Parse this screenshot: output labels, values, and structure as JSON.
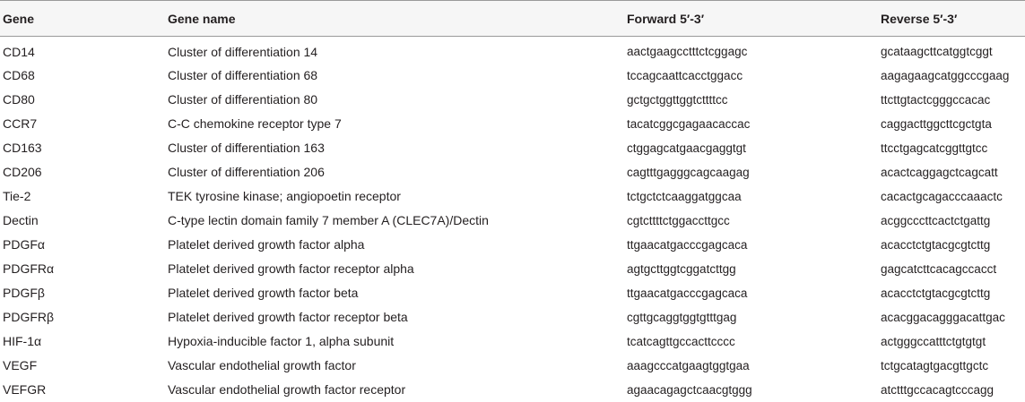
{
  "table": {
    "headers": [
      "Gene",
      "Gene name",
      "Forward 5′-3′",
      "Reverse 5′-3′"
    ],
    "rows": [
      [
        "CD14",
        "Cluster of differentiation 14",
        "aactgaagcctttctcggagc",
        "gcataagcttcatggtcggt"
      ],
      [
        "CD68",
        "Cluster of differentiation 68",
        "tccagcaattcacctggacc",
        "aagagaagcatggcccgaag"
      ],
      [
        "CD80",
        "Cluster of differentiation 80",
        "gctgctggttggtcttttcc",
        "ttcttgtactcgggccacac"
      ],
      [
        "CCR7",
        "C-C chemokine receptor type 7",
        "tacatcggcgagaacaccac",
        "caggacttggcttcgctgta"
      ],
      [
        "CD163",
        "Cluster of differentiation 163",
        "ctggagcatgaacgaggtgt",
        "ttcctgagcatcggttgtcc"
      ],
      [
        "CD206",
        "Cluster of differentiation 206",
        "cagtttgagggcagcaagag",
        "acactcaggagctcagcatt"
      ],
      [
        "Tie-2",
        "TEK tyrosine kinase; angiopoetin receptor",
        "tctgctctcaaggatggcaa",
        "cacactgcagacccaaactc"
      ],
      [
        "Dectin",
        "C-type lectin domain family 7 member A (CLEC7A)/Dectin",
        "cgtcttttctggaccttgcc",
        "acggcccttcactctgattg"
      ],
      [
        "PDGFα",
        "Platelet derived growth factor alpha",
        "ttgaacatgacccgagcaca",
        "acacctctgtacgcgtcttg"
      ],
      [
        "PDGFRα",
        "Platelet derived growth factor receptor alpha",
        "agtgcttggtcggatcttgg",
        "gagcatcttcacagccacct"
      ],
      [
        "PDGFβ",
        "Platelet derived growth factor beta",
        "ttgaacatgacccgagcaca",
        "acacctctgtacgcgtcttg"
      ],
      [
        "PDGFRβ",
        "Platelet derived growth factor receptor beta",
        "cgttgcaggtggtgtttgag",
        "acacggacagggacattgac"
      ],
      [
        "HIF-1α",
        "Hypoxia-inducible factor 1, alpha subunit",
        "tcatcagttgccacttcccc",
        "actgggccatttctgtgtgt"
      ],
      [
        "VEGF",
        "Vascular endothelial growth factor",
        "aaagcccatgaagtggtgaa",
        "tctgcatagtgacgttgctc"
      ],
      [
        "VEFGR",
        "Vascular endothelial growth factor receptor",
        "agaacagagctcaacgtggg",
        "atctttgccacagtcccagg"
      ]
    ]
  }
}
